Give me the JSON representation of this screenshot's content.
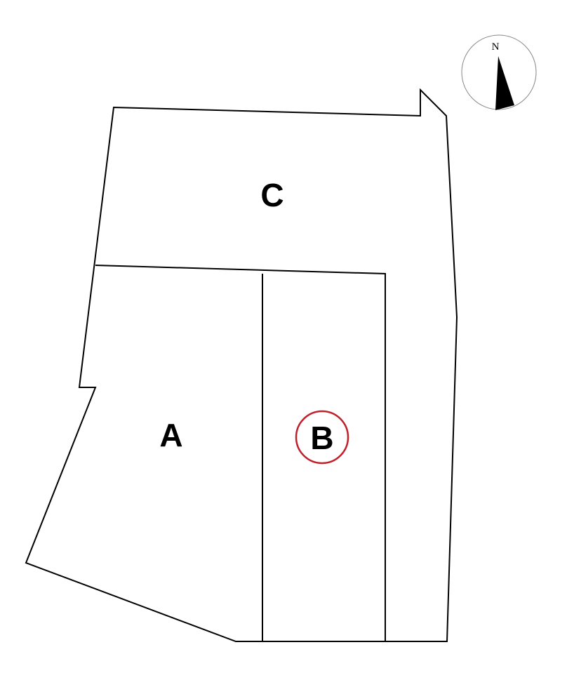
{
  "lots": [
    {
      "id": "A",
      "label": "A",
      "highlighted": false
    },
    {
      "id": "B",
      "label": "B",
      "highlighted": true
    },
    {
      "id": "C",
      "label": "C",
      "highlighted": false
    }
  ],
  "compass": {
    "label": "N"
  },
  "colors": {
    "line": "#000000",
    "highlight": "#c0202a",
    "compass_ring": "#888888"
  }
}
